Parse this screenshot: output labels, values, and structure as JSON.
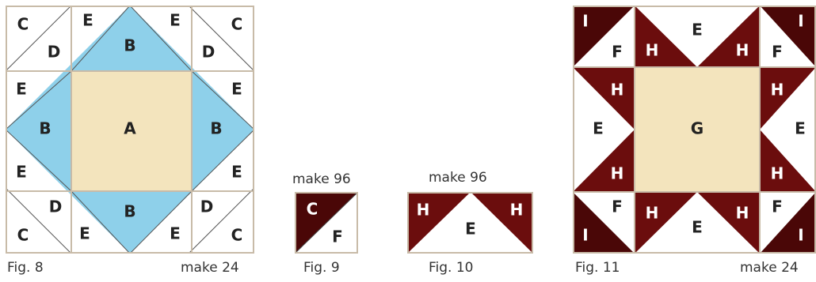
{
  "colors": {
    "blue": "#8ed0ea",
    "tan": "#f3e4bd",
    "maroon": "#6b0d0d",
    "dark_maroon": "#4a0707",
    "white": "#ffffff",
    "border": "#c8bba8",
    "text_dark": "#222222",
    "text_light": "#ffffff"
  },
  "fig8": {
    "caption": "Fig. 8",
    "count": "make 24",
    "labels": {
      "c": "C",
      "d": "D",
      "e": "E",
      "b": "B",
      "a": "A"
    }
  },
  "fig9": {
    "count": "make 96",
    "caption": "Fig. 9",
    "labels": {
      "c": "C",
      "f": "F"
    }
  },
  "fig10": {
    "count": "make 96",
    "caption": "Fig. 10",
    "labels": {
      "h": "H",
      "e": "E"
    }
  },
  "fig11": {
    "caption": "Fig. 11",
    "count": "make 24",
    "labels": {
      "i": "I",
      "f": "F",
      "h": "H",
      "e": "E",
      "g": "G"
    }
  }
}
